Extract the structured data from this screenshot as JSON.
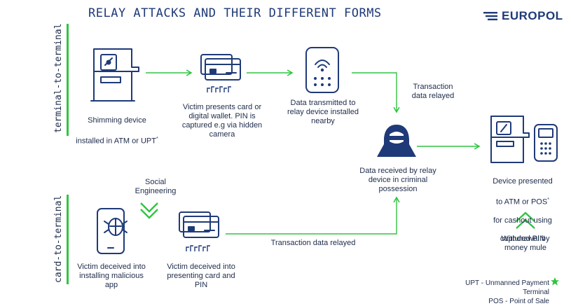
{
  "header": {
    "title": "RELAY ATTACKS AND THEIR DIFFERENT FORMS",
    "logo_text": "EUROPOL"
  },
  "sections": {
    "terminal_to_terminal": "terminal-to-terminal",
    "card_to_terminal": "card-to-terminal"
  },
  "steps": {
    "shimming": {
      "text": "Shimming device installed in ATM or UPT",
      "line1": "Shimming device",
      "line2": "installed in ATM or UPT",
      "marker": "*"
    },
    "victim_card": {
      "text": "Victim presents card or digital wallet. PIN is captured e.g via hidden camera"
    },
    "data_transmitted": {
      "text": "Data transmitted to relay device installed nearby"
    },
    "transaction_relayed_top": {
      "text": "Transaction data relayed"
    },
    "data_received": {
      "text": "Data received by relay device in criminal possession"
    },
    "device_presented": {
      "text": "Device presented to ATM or POS* for cashout using captured PIN",
      "line1": "Device presented",
      "line2": "to ATM or POS",
      "marker": "*",
      "line3": "for cashout using",
      "line4": "captured PIN"
    },
    "social_engineering": {
      "text": "Social Engineering"
    },
    "victim_malicious_app": {
      "text": "Victim deceived into installing malicious app"
    },
    "victim_presenting_card": {
      "text": "Victim deceived into presenting card and PIN"
    },
    "transaction_relayed_bottom": {
      "text": "Transaction data relayed"
    },
    "withdrawal": {
      "text": "Withdrawal by money mule"
    }
  },
  "legend": {
    "upt": "UPT - Unmanned Payment Terminal",
    "pos": "POS - Point of Sale",
    "marker": "*"
  },
  "colors": {
    "navy": "#1f3a78",
    "green": "#31c442",
    "text": "#1d2b4a"
  }
}
